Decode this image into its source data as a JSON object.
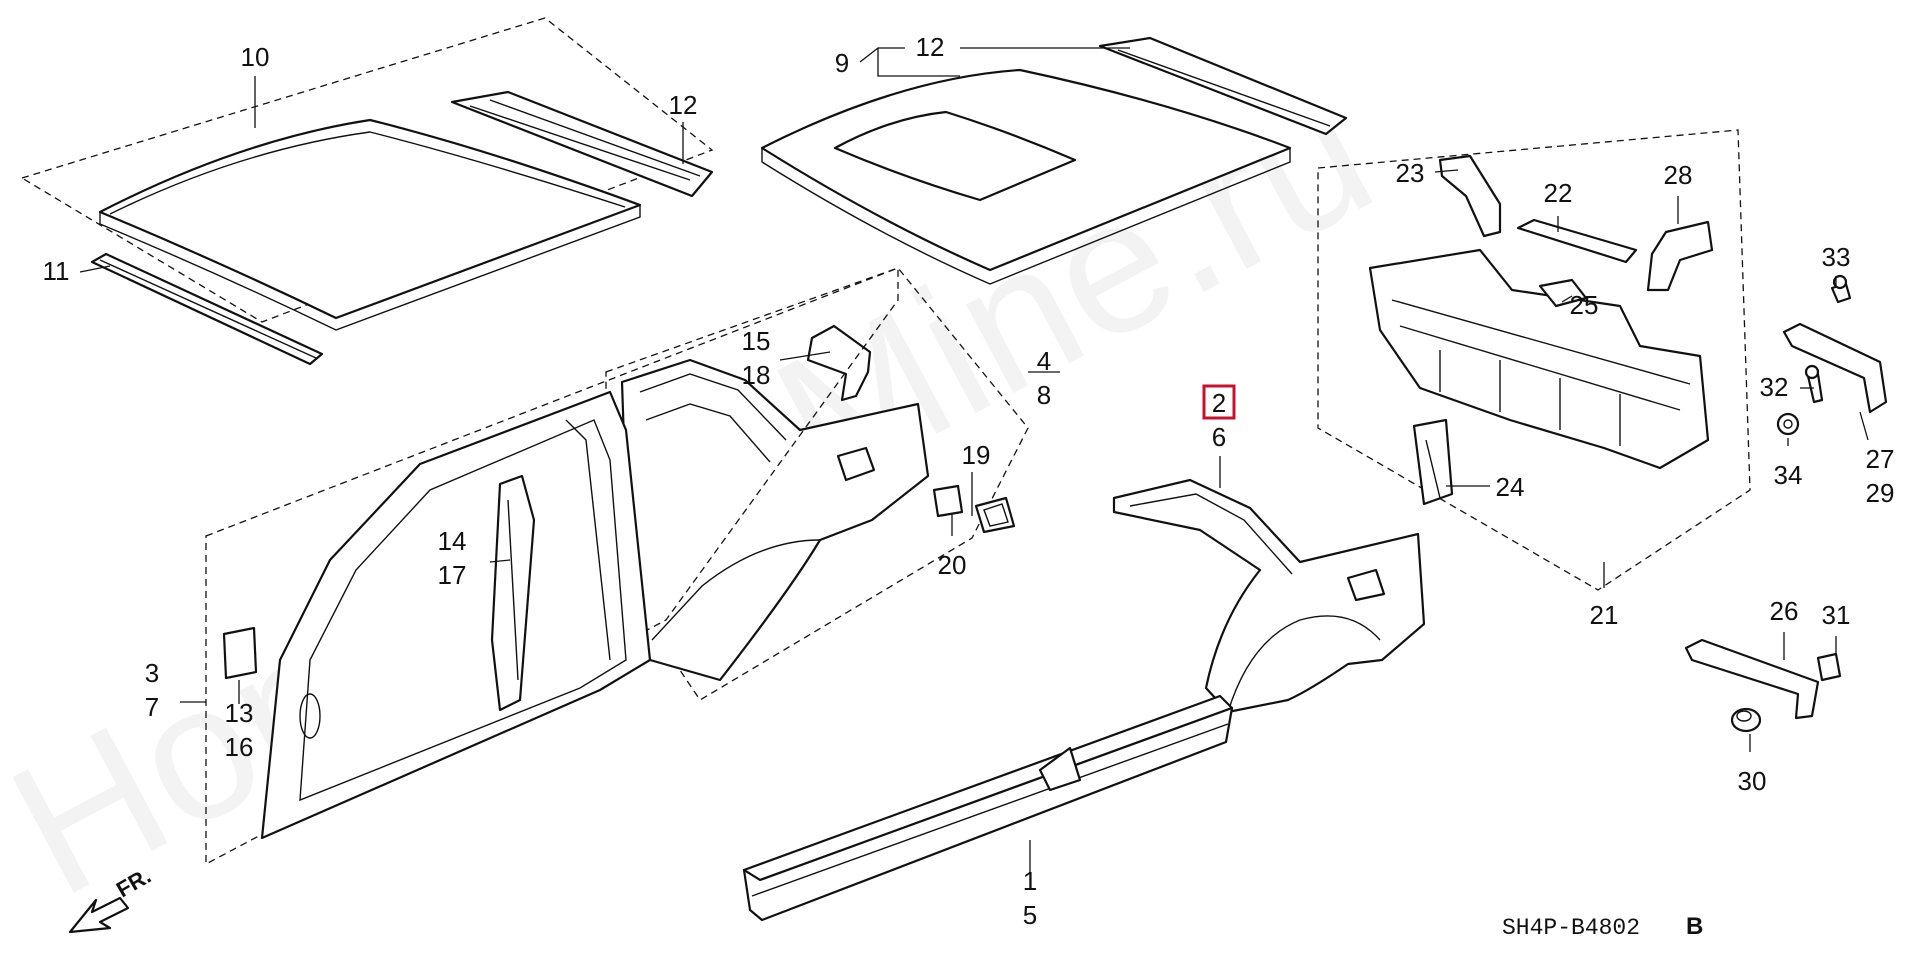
{
  "diagram": {
    "watermark": "HondaCarMine.ru",
    "drawing_code": "SH4P-B4802",
    "drawing_code_suffix": "B",
    "front_arrow_label": "FR.",
    "highlighted_callout": "2",
    "callouts": {
      "c10": "10",
      "c12a": "12",
      "c11": "11",
      "c9": "9",
      "c12b": "12",
      "c23": "23",
      "c22": "22",
      "c28": "28",
      "c25": "25",
      "c24": "24",
      "c21": "21",
      "c33": "33",
      "c32": "32",
      "c34": "34",
      "c27": "27",
      "c29": "29",
      "c26": "26",
      "c31": "31",
      "c30": "30",
      "c15": "15",
      "c18": "18",
      "c4": "4",
      "c8": "8",
      "c19": "19",
      "c20": "20",
      "c14": "14",
      "c17": "17",
      "c3": "3",
      "c7": "7",
      "c13": "13",
      "c16": "16",
      "c2": "2",
      "c6": "6",
      "c1": "1",
      "c5": "5"
    }
  }
}
